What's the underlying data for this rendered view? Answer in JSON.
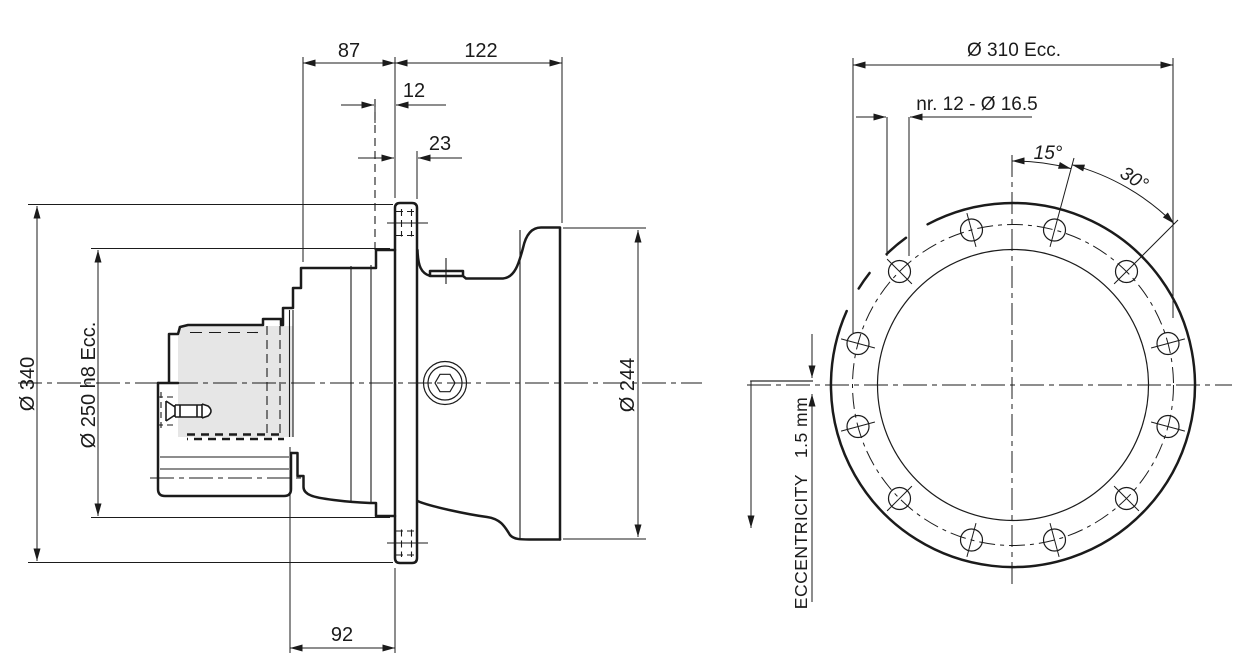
{
  "views": {
    "side": {
      "dimensions": {
        "d87": "87",
        "d122": "122",
        "d12": "12",
        "d23": "23",
        "d92": "92",
        "d340": "Ø 340",
        "d250": "Ø 250 h8 Ecc.",
        "d244": "Ø 244"
      }
    },
    "front": {
      "dimensions": {
        "d310": "Ø 310 Ecc.",
        "holes": "nr. 12 - Ø 16.5",
        "a15": "15°",
        "a30": "30°",
        "ecc": "ECCENTRICITY   1.5 mm"
      },
      "bolt_hole_count": 12,
      "bolt_hole_offset_deg": 15,
      "bolt_hole_spacing_deg": 30,
      "eccentricity_mm": 1.5
    }
  },
  "style": {
    "line_color": "#1b1b1b",
    "section_fill": "#e6e6e6",
    "background": "#ffffff"
  }
}
